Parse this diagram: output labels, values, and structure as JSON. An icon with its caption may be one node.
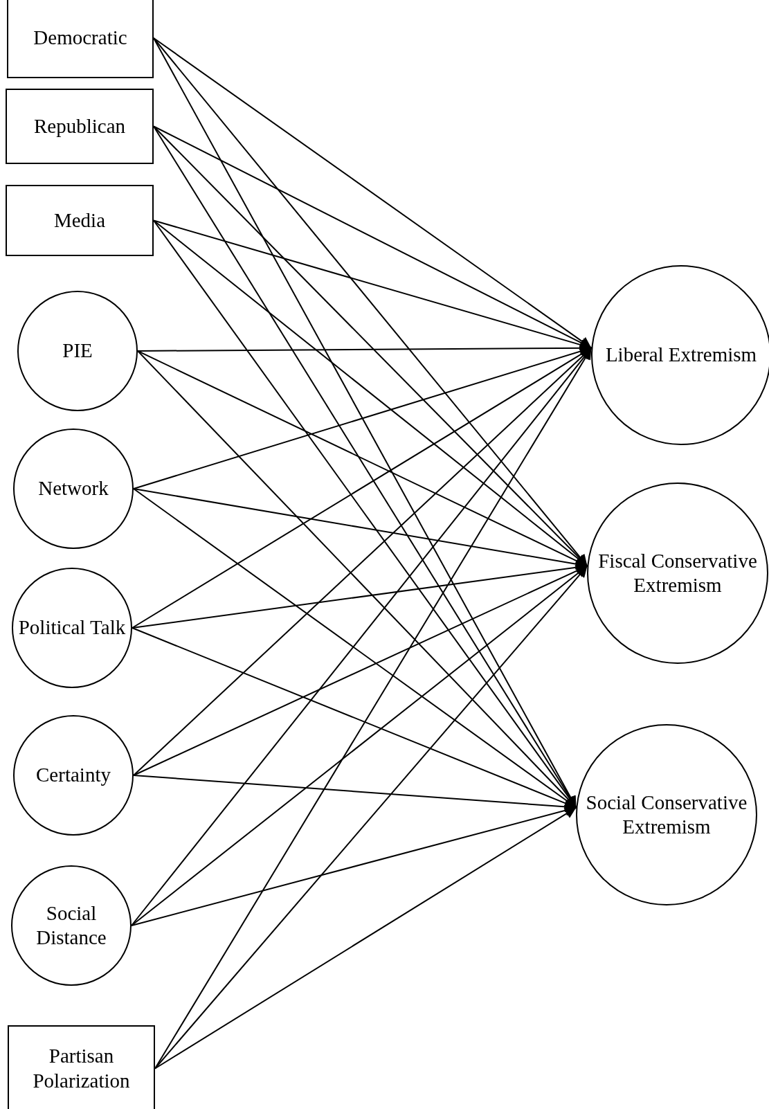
{
  "diagram": {
    "nodes": [
      {
        "text": [
          "Democratic"
        ]
      },
      {
        "text": [
          "Republican"
        ]
      },
      {
        "text": [
          "Media"
        ]
      },
      {
        "text": [
          "PIE"
        ]
      },
      {
        "text": [
          "Network"
        ]
      },
      {
        "text": [
          "Political Talk"
        ]
      },
      {
        "text": [
          "Certainty"
        ]
      },
      {
        "text": [
          "Social Distance"
        ]
      },
      {
        "text": [
          "Partisan Polarization"
        ]
      },
      {
        "text": [
          "Liberal Extremism"
        ]
      },
      {
        "text": [
          "Fiscal Conservative Extremism"
        ]
      },
      {
        "text": [
          "Social Conservative Extremism"
        ]
      }
    ],
    "edges": [
      {
        "from": 0,
        "to": 9,
        "arrow": "to"
      },
      {
        "from": 0,
        "to": 10,
        "arrow": "to"
      },
      {
        "from": 0,
        "to": 11,
        "arrow": "to"
      },
      {
        "from": 1,
        "to": 9,
        "arrow": "to"
      },
      {
        "from": 1,
        "to": 10,
        "arrow": "to"
      },
      {
        "from": 1,
        "to": 11,
        "arrow": "to"
      },
      {
        "from": 2,
        "to": 9,
        "arrow": "to"
      },
      {
        "from": 2,
        "to": 10,
        "arrow": "to"
      },
      {
        "from": 2,
        "to": 11,
        "arrow": "to"
      },
      {
        "from": 3,
        "to": 9,
        "arrow": "to"
      },
      {
        "from": 3,
        "to": 10,
        "arrow": "to"
      },
      {
        "from": 3,
        "to": 11,
        "arrow": "to"
      },
      {
        "from": 4,
        "to": 9,
        "arrow": "to"
      },
      {
        "from": 4,
        "to": 10,
        "arrow": "to"
      },
      {
        "from": 4,
        "to": 11,
        "arrow": "to"
      },
      {
        "from": 5,
        "to": 9,
        "arrow": "to"
      },
      {
        "from": 5,
        "to": 10,
        "arrow": "to"
      },
      {
        "from": 5,
        "to": 11,
        "arrow": "to"
      },
      {
        "from": 6,
        "to": 9,
        "arrow": "to"
      },
      {
        "from": 6,
        "to": 10,
        "arrow": "to"
      },
      {
        "from": 6,
        "to": 11,
        "arrow": "to"
      },
      {
        "from": 7,
        "to": 9,
        "arrow": "to"
      },
      {
        "from": 7,
        "to": 10,
        "arrow": "to"
      },
      {
        "from": 7,
        "to": 11,
        "arrow": "to"
      },
      {
        "from": 8,
        "to": 9,
        "arrow": "to"
      },
      {
        "from": 8,
        "to": 10,
        "arrow": "to"
      },
      {
        "from": 8,
        "to": 11,
        "arrow": "to"
      }
    ]
  }
}
